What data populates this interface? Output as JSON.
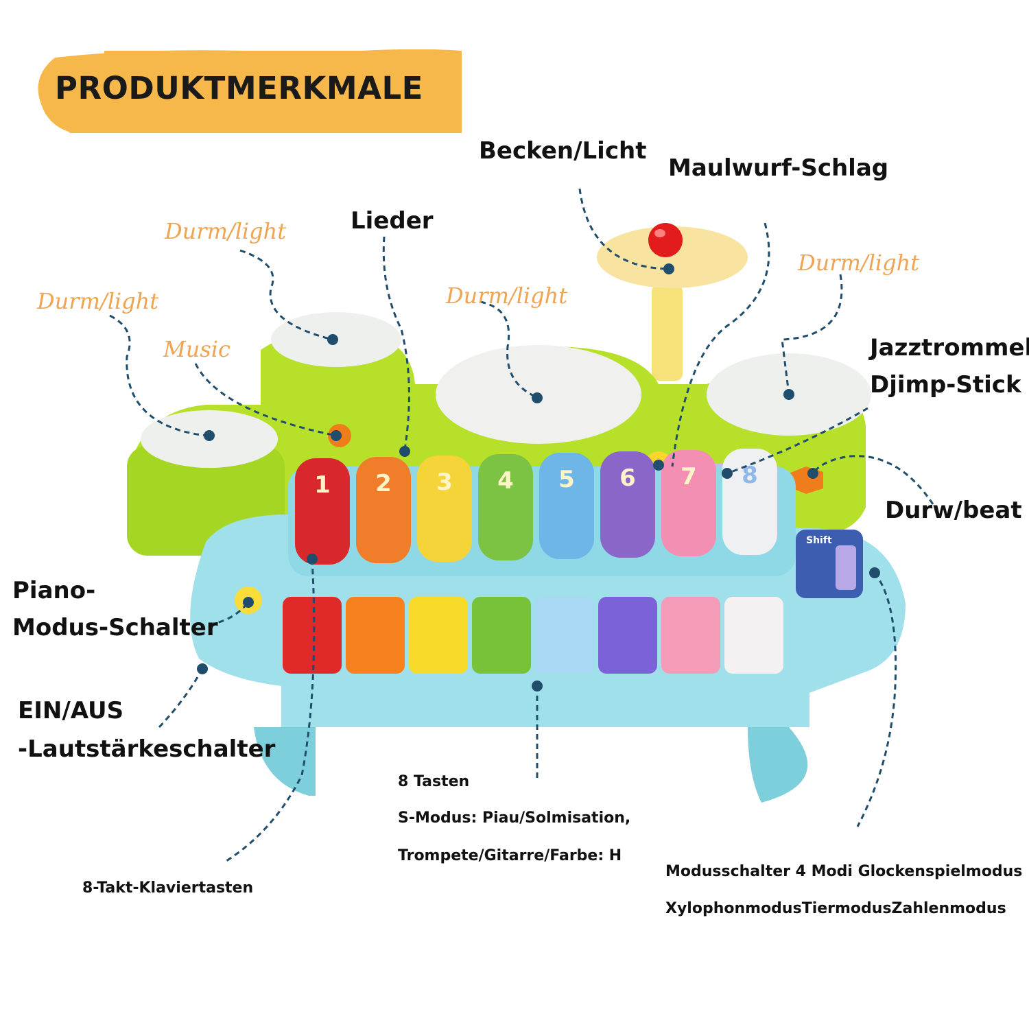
{
  "banner": {
    "title": "PRODUKTMERKMALE",
    "color": "#f7b84b"
  },
  "labels": {
    "becken": "Becken/Licht",
    "maulwurf": "Maulwurf-Schlag",
    "lieder": "Lieder",
    "drum_light_1": "Durm/light",
    "drum_light_2": "Durm/light",
    "drum_light_3": "Durm/light",
    "drum_light_4": "Durm/light",
    "music": "Music",
    "jazz_line1": "Jazztrommel",
    "jazz_line2": "Djimp-Stick",
    "durw_beat": "Durw/beat",
    "piano_line1": "Piano-",
    "piano_line2": "Modus-Schalter",
    "ein_line1": "EIN/AUS",
    "ein_line2": "-Lautstärkeschalter",
    "tasten": "8 Tasten",
    "s_modus": "S-Modus: Piau/Solmisation,",
    "trompete": "Trompete/Gitarre/Farbe: H",
    "takt": "8-Takt-Klaviertasten",
    "modus_line1": "Modusschalter 4 Modi Glockenspielmodus",
    "modus_line2": "XylophonmodusTiermodusZahlenmodus"
  },
  "toy": {
    "xylophone_numbers": [
      "1",
      "2",
      "3",
      "4",
      "5",
      "6",
      "7",
      "8"
    ],
    "xylophone_colors": [
      "#d8282b",
      "#f07d2a",
      "#f5d43a",
      "#7cc243",
      "#6eb5e8",
      "#8a66c8",
      "#f28fb3",
      "#eef0f2"
    ],
    "piano_colors": [
      "#e02a2a",
      "#f7811e",
      "#f8db2a",
      "#78c23a",
      "#a8d8f4",
      "#7b62d8",
      "#f49bb8",
      "#f5f0f2"
    ],
    "shift_label": "Shift"
  },
  "colors": {
    "accent_orange": "#f0a350",
    "line": "#1f4d6b",
    "toy_green": "#b7e02a",
    "toy_blue": "#9fe0ea"
  }
}
